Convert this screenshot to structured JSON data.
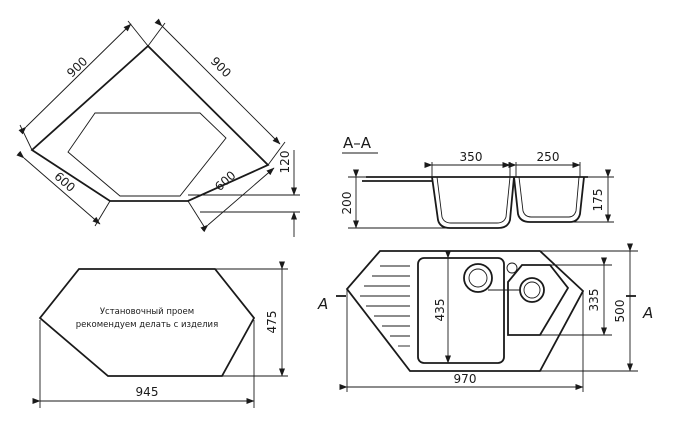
{
  "dimensions": {
    "top_left_900": "900",
    "top_right_900": "900",
    "left_600": "600",
    "right_600": "600",
    "dim_120": "120",
    "bottom_945": "945",
    "bottom_475": "475",
    "section_350": "350",
    "section_250": "250",
    "section_200": "200",
    "section_175": "175",
    "plan_970": "970",
    "plan_500": "500",
    "plan_435": "435",
    "plan_335": "335"
  },
  "labels": {
    "section_title": "А–А",
    "cut_left": "А",
    "cut_right": "А",
    "install_note_line1": "Установочный проем",
    "install_note_line2": "рекомендуем делать с изделия"
  }
}
